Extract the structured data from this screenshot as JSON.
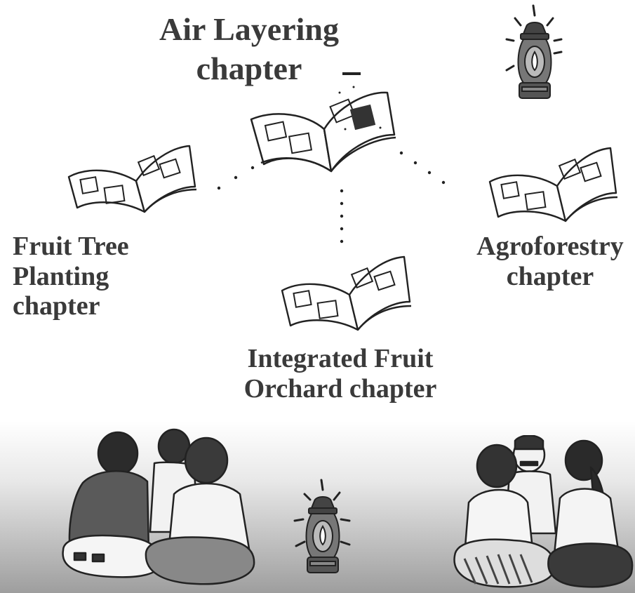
{
  "title": {
    "line1": "Air Layering",
    "line2": "chapter"
  },
  "chapters": {
    "fruit_tree": {
      "line1": "Fruit Tree",
      "line2": "Planting",
      "line3": "chapter"
    },
    "agroforestry": {
      "line1": "Agroforestry",
      "line2": "chapter"
    },
    "integrated": {
      "line1": "Integrated Fruit",
      "line2": "Orchard chapter"
    }
  },
  "colors": {
    "text": "#3a3a3a",
    "ink": "#222222",
    "ground_dark": "#9a9a9a"
  },
  "icons": [
    "open-book-icon",
    "lantern-icon",
    "farmer-group-icon"
  ]
}
